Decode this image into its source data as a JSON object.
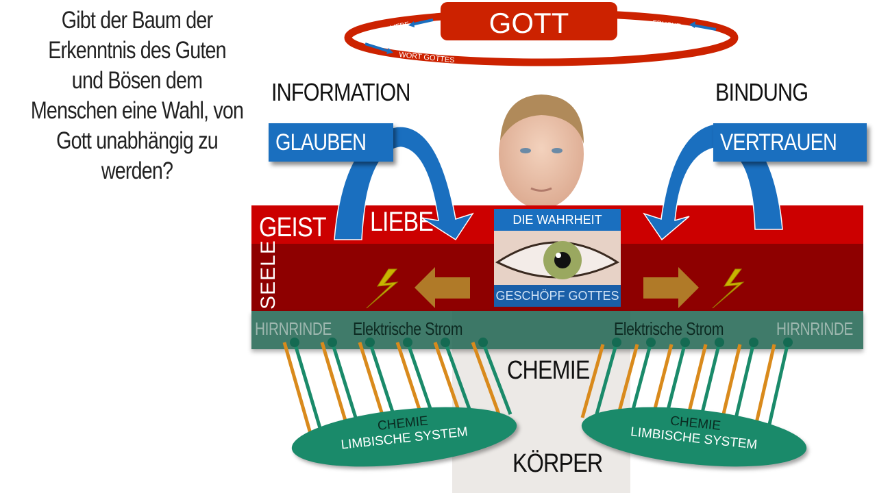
{
  "question": {
    "lines": [
      "Gibt der Baum der",
      "Erkenntnis des Guten",
      "und Bösen dem",
      "Menschen eine Wahl, von",
      "Gott unabhängig zu",
      "werden?"
    ]
  },
  "top_cycle": {
    "title": "GOTT",
    "left_label": "LIEBE",
    "bottom_label": "WORT GOTTES",
    "right_label": "FRUCHT"
  },
  "left_side": {
    "heading": "INFORMATION",
    "box": "GLAUBEN"
  },
  "right_side": {
    "heading": "BINDUNG",
    "box": "VERTRAUEN"
  },
  "bands": {
    "geist": "GEIST",
    "geist_sub": "LIEBE",
    "seele": "SEELE",
    "hirnrinde_left": "HIRNRINDE",
    "hirnrinde_right": "HIRNRINDE",
    "strom_left": "Elektrische Strom",
    "strom_right": "Elektrische Strom"
  },
  "eye_panel": {
    "top": "DIE WAHRHEIT",
    "bottom": "GESCHÖPF GOTTES"
  },
  "lower": {
    "chemie": "CHEMIE",
    "koerper": "KÖRPER",
    "left_ellipse": {
      "line1": "CHEMIE",
      "line2": "LIMBISCHE SYSTEM"
    },
    "right_ellipse": {
      "line1": "CHEMIE",
      "line2": "LIMBISCHE SYSTEM"
    }
  },
  "colors": {
    "red": "#cc0000",
    "dark_red": "#8e0000",
    "blue": "#1a6fbf",
    "green": "#1a8a6a",
    "orange": "#d98a1c"
  }
}
